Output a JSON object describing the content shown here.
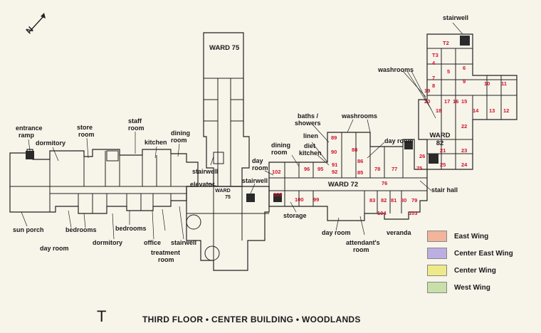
{
  "title": {
    "floor_letter": "T",
    "text": "THIRD FLOOR • CENTER BUILDING • WOODLANDS"
  },
  "compass": {
    "label": "N"
  },
  "wings": {
    "east": {
      "name": "East Wing",
      "color": "#f2b49a"
    },
    "center_east": {
      "name": "Center East Wing",
      "color": "#bcaee0"
    },
    "center": {
      "name": "Center Wing",
      "color": "#eeea8a"
    },
    "west": {
      "name": "West Wing",
      "color": "#c8e0a8"
    }
  },
  "wards": {
    "w75_top": "WARD 75",
    "w75_mid": [
      "WARD",
      "75"
    ],
    "w72": "WARD 72",
    "w82": [
      "WARD",
      "82"
    ]
  },
  "labels": {
    "entrance_ramp": [
      "entrance",
      "ramp"
    ],
    "dormitory_top": "dormitory",
    "store_room": [
      "store",
      "room"
    ],
    "staff_room": [
      "staff",
      "room"
    ],
    "kitchen_west": "kitchen",
    "dining_room_west": [
      "dining",
      "room"
    ],
    "stairwell_center": "stairwell",
    "elevator": "elevator",
    "day_room_center": [
      "day",
      "room"
    ],
    "stairwell_center2": "stairwell",
    "sun_porch": "sun porch",
    "day_room_west": "day room",
    "bedrooms_1": "bedrooms",
    "bedrooms_2": "bedrooms",
    "dormitory_bottom": "dormitory",
    "office": "office",
    "treatment_room": [
      "treatment",
      "room"
    ],
    "stairwell_bottom": "stairwell",
    "baths_showers": [
      "baths /",
      "showers"
    ],
    "washrooms_ce": "washrooms",
    "linen": "linen",
    "diet_kitchen": [
      "diet",
      "kitchen"
    ],
    "dining_room_ce": [
      "dining",
      "room"
    ],
    "day_room_ce": "day room",
    "stair_hall": "stair hall",
    "storage": "storage",
    "day_room_ce_bottom": "day room",
    "attendants_room": [
      "attendant's",
      "room"
    ],
    "veranda": "veranda",
    "stairwell_east": "stairwell",
    "washrooms_east": "washrooms"
  },
  "rooms": {
    "east": [
      "T2",
      "T3",
      "4",
      "5",
      "6",
      "7",
      "8",
      "9",
      "10",
      "11",
      "19",
      "20",
      "17",
      "16",
      "15",
      "18",
      "14",
      "13",
      "12",
      "22",
      "21",
      "23",
      "25",
      "24",
      "26",
      "75"
    ],
    "center_east": [
      "89",
      "90",
      "88",
      "91",
      "92",
      "86",
      "85",
      "96",
      "95",
      "102",
      "105",
      "100",
      "99",
      "78",
      "77",
      "76",
      "83",
      "82",
      "81",
      "80",
      "79",
      "104",
      "103"
    ]
  }
}
